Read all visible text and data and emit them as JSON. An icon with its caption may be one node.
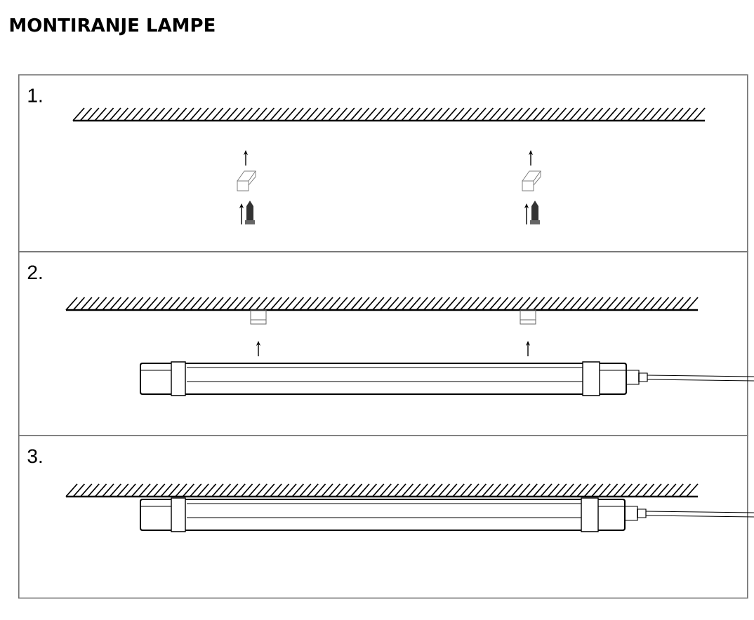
{
  "diagram": {
    "title": "MONTIRANJE LAMPE",
    "nodes": [
      {
        "text": [
          "1."
        ]
      },
      {
        "text": [
          "2."
        ]
      },
      {
        "text": [
          "3."
        ]
      }
    ]
  }
}
